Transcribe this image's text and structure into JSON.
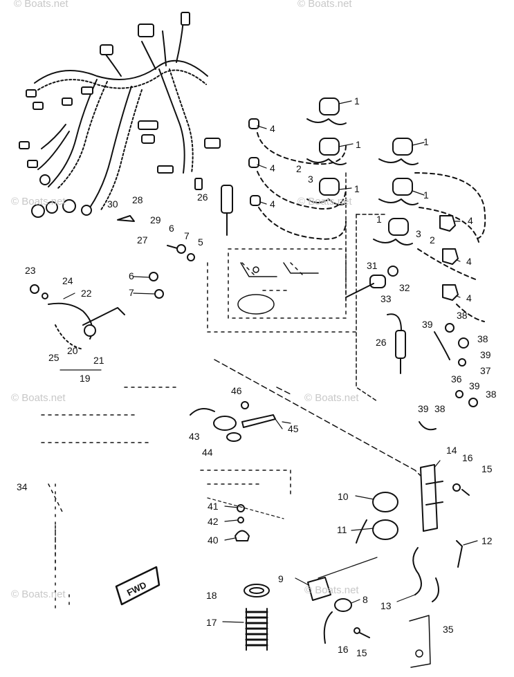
{
  "watermark": "© Boats.net",
  "fwd_label": "FWD",
  "callouts": [
    "1",
    "1",
    "1",
    "1",
    "1",
    "1",
    "4",
    "4",
    "4",
    "4",
    "4",
    "4",
    "2",
    "3",
    "2",
    "3",
    "26",
    "30",
    "28",
    "29",
    "27",
    "6",
    "7",
    "5",
    "6",
    "7",
    "23",
    "24",
    "22",
    "25",
    "20",
    "21",
    "19",
    "31",
    "32",
    "33",
    "26",
    "38",
    "39",
    "38",
    "39",
    "37",
    "36",
    "39",
    "38",
    "39",
    "38",
    "46",
    "43",
    "45",
    "44",
    "34",
    "14",
    "16",
    "15",
    "10",
    "11",
    "12",
    "41",
    "42",
    "40",
    "9",
    "8",
    "13",
    "18",
    "17",
    "35",
    "16",
    "15"
  ]
}
